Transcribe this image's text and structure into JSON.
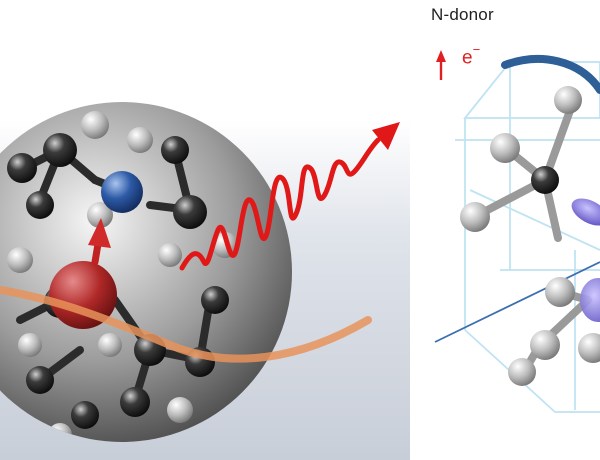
{
  "labels": {
    "n_donor": "N-donor",
    "electron": "e",
    "electron_charge": "−"
  },
  "colors": {
    "background_panel": "#e6eaf0",
    "crystal_lattice": "#bfe3f3",
    "electron_label": "#e02020",
    "wavy_photon": "#e01818",
    "orange_path": "#e8935a",
    "blue_arc": "#2e5f97",
    "donor_atom_blue": "#2a5aa8",
    "red_atom": "#b02828",
    "orbital_purple": "#6a5ccc",
    "carbon_atom_dark": "#222222",
    "carbon_atom_grey": "#9a9a9a"
  },
  "icons": {
    "spin_arrow": "up-arrow",
    "electron_arrow": "up-arrow",
    "emission_arrow": "arrow"
  }
}
